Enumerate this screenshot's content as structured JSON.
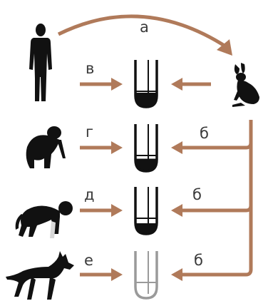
{
  "labels": {
    "a": "а",
    "v": "в",
    "g": "г",
    "d": "д",
    "e": "е",
    "b1": "б",
    "b2": "б",
    "b3": "б"
  },
  "colors": {
    "arrow": "#b07a5a",
    "silhouette": "#111111",
    "tube_dark": "#111111",
    "tube_light": "#9a9a9a",
    "label": "#3a3a3a",
    "background": "#ffffff"
  },
  "tubes": [
    {
      "id": "v",
      "precipitate_level": 1.0
    },
    {
      "id": "g",
      "precipitate_level": 0.75
    },
    {
      "id": "d",
      "precipitate_level": 0.5
    },
    {
      "id": "e",
      "precipitate_level": 0.0
    }
  ]
}
